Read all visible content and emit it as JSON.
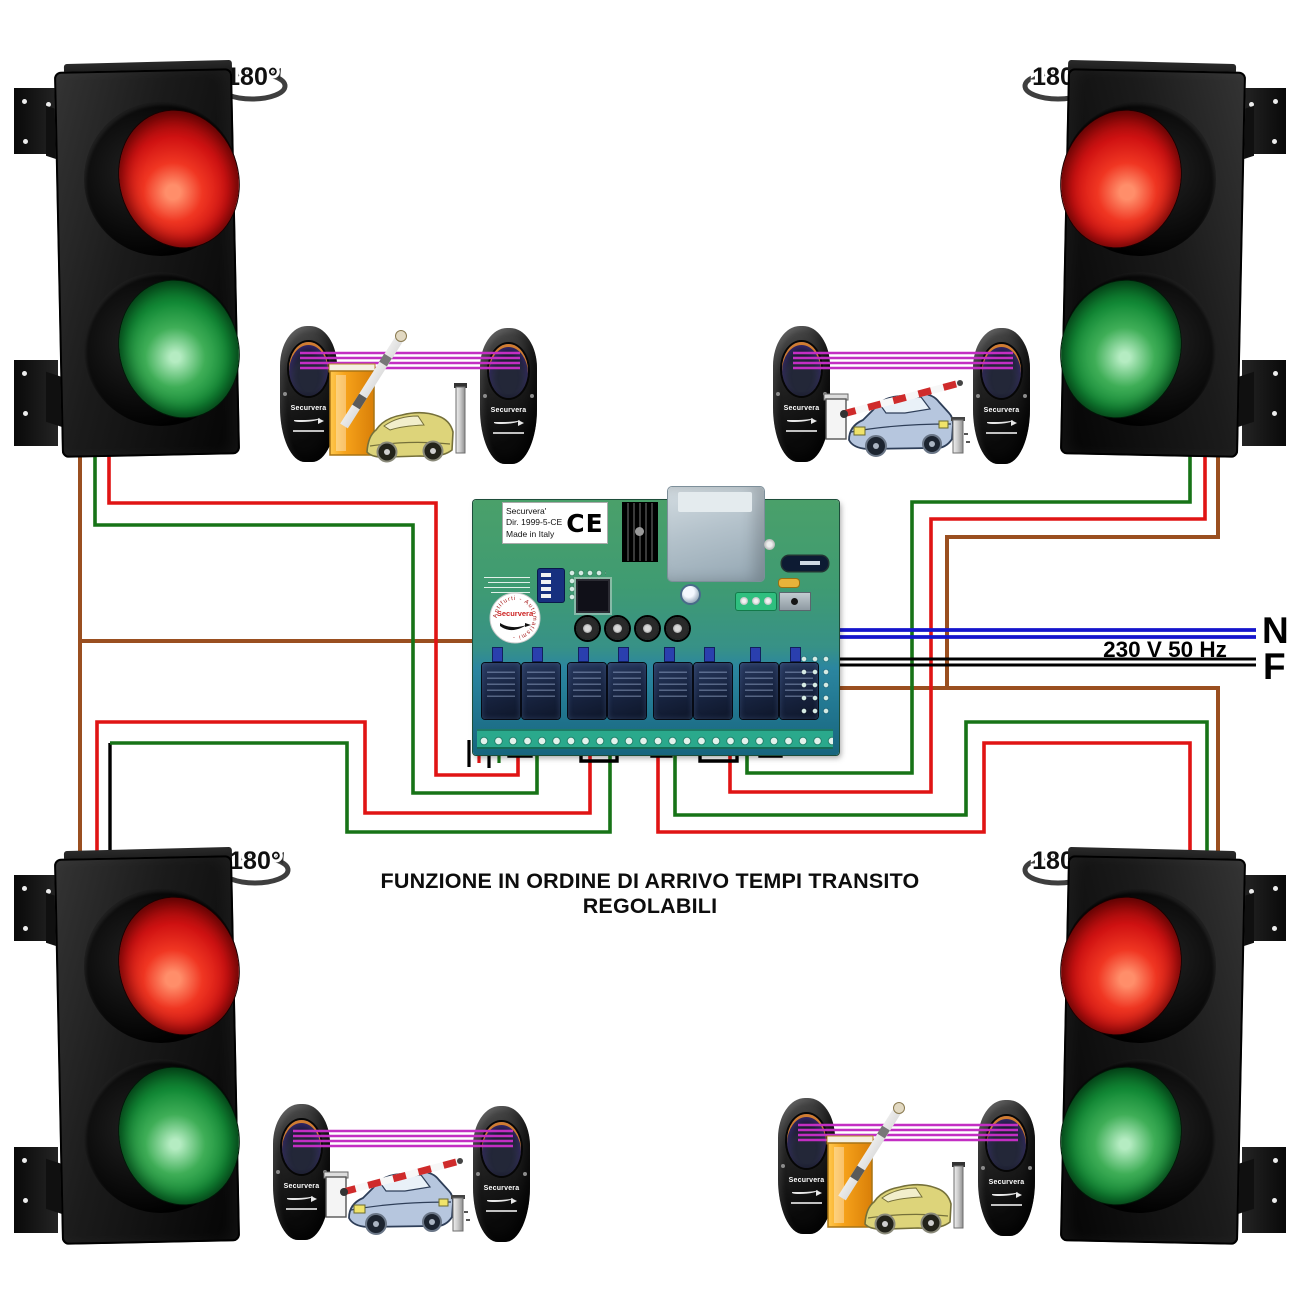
{
  "labels": {
    "rotation": "180°",
    "caption": "FUNZIONE IN ORDINE DI ARRIVO TEMPI TRANSITO REGOLABILI",
    "voltage": "230 V 50 Hz",
    "neutral": "N",
    "phase": "F"
  },
  "board": {
    "brand": "Securvera'",
    "directive": "Dir. 1999-5-CE",
    "origin": "Made in Italy",
    "ce_mark": "CE",
    "stamp_brand": "Securvera",
    "stamp_ring": "Antifurti - Automatismi -"
  },
  "photocell": {
    "brand": "Securvera"
  },
  "colors": {
    "wire_red": "#e01414",
    "wire_green": "#177317",
    "wire_brown": "#9a4f20",
    "wire_blue": "#1515cc",
    "wire_black": "#000000",
    "beam_magenta": "#c32ec3",
    "pcb_green": "#3f9b72",
    "pcb_teal": "#17657e",
    "light_red": "#d01212",
    "light_green": "#128a36"
  }
}
